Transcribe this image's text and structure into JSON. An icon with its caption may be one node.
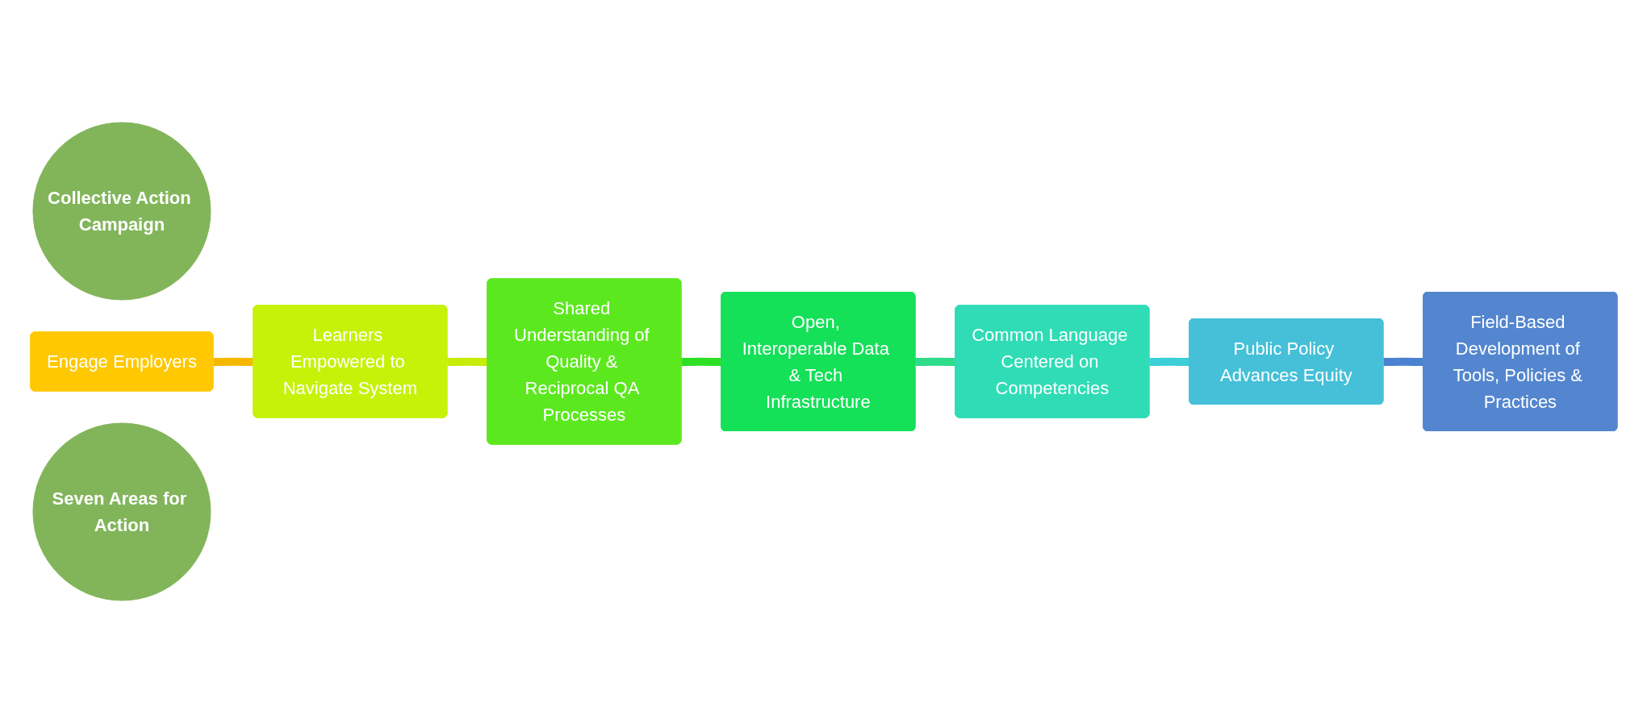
{
  "diagram": {
    "nodes": [
      {
        "text": [
          "Collective Action Campaign"
        ]
      },
      {
        "text": [
          "Engage Employers"
        ]
      },
      {
        "text": [
          "Public Policy Advances Equity"
        ]
      },
      {
        "text": [
          "Field-Based Development of Tools, Policies & Practices"
        ]
      },
      {
        "text": [
          "Learners Empowered to Navigate System"
        ]
      },
      {
        "text": [
          "Common Language Centered on Competencies"
        ]
      },
      {
        "text": [
          "Seven Areas for Action"
        ]
      },
      {
        "text": [
          "Shared Understanding of Quality & Reciprocal QA Processes"
        ]
      },
      {
        "text": [
          "Open, Interoperable Data & Tech Infrastructure"
        ]
      }
    ],
    "edges": [
      {
        "from": 1,
        "to": 4,
        "arrow": "none",
        "color": "#f5b800"
      },
      {
        "from": 4,
        "to": 7,
        "arrow": "none",
        "color": "#c6ec0a"
      },
      {
        "from": 7,
        "to": 8,
        "arrow": "none",
        "color": "#2ee024"
      },
      {
        "from": 8,
        "to": 5,
        "arrow": "none",
        "color": "#2edc8c"
      },
      {
        "from": 5,
        "to": 2,
        "arrow": "none",
        "color": "#3ccfd8"
      },
      {
        "from": 2,
        "to": 3,
        "arrow": "none",
        "color": "#4a82cf"
      }
    ]
  }
}
